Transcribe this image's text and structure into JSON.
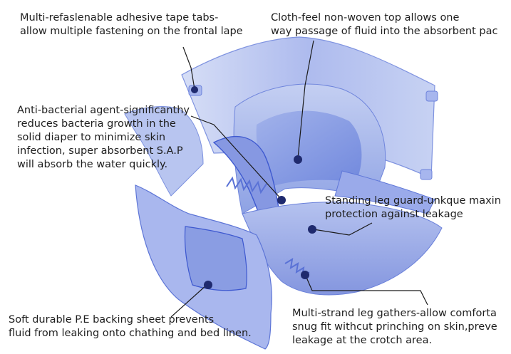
{
  "callouts": {
    "tape_tabs": [
      "Multi-refaslenable adhesive tape tabs-",
      "allow multiple fastening on the frontal lape"
    ],
    "top_sheet": [
      "Cloth-feel non-woven top allows one",
      "way passage of fluid into the absorbent pac"
    ],
    "anti_bacterial": [
      "Anti-bacterial agent-significanthy",
      "reduces bacteria growth in the",
      "solid diaper to minimize skin",
      "infection, super absorbent S.A.P",
      "will absorb the water quickly."
    ],
    "leg_guard": [
      "Standing leg guard-unkque maxin",
      "protection against leakage"
    ],
    "backing_sheet": [
      "Soft durable P.E backing sheet prevents",
      "fluid from leaking onto chathing and bed linen."
    ],
    "leg_gathers": [
      "Multi-strand leg gathers-allow comforta",
      "snug fit withcut prinching on skin,preve",
      "leakage at the crotch area."
    ]
  },
  "colors": {
    "diaper_light": "#cfd9f4",
    "diaper_mid": "#8fa3e6",
    "diaper_deep": "#3b57cf",
    "pointer_dot": "#1f2a6e",
    "text": "#1e1e1e"
  }
}
